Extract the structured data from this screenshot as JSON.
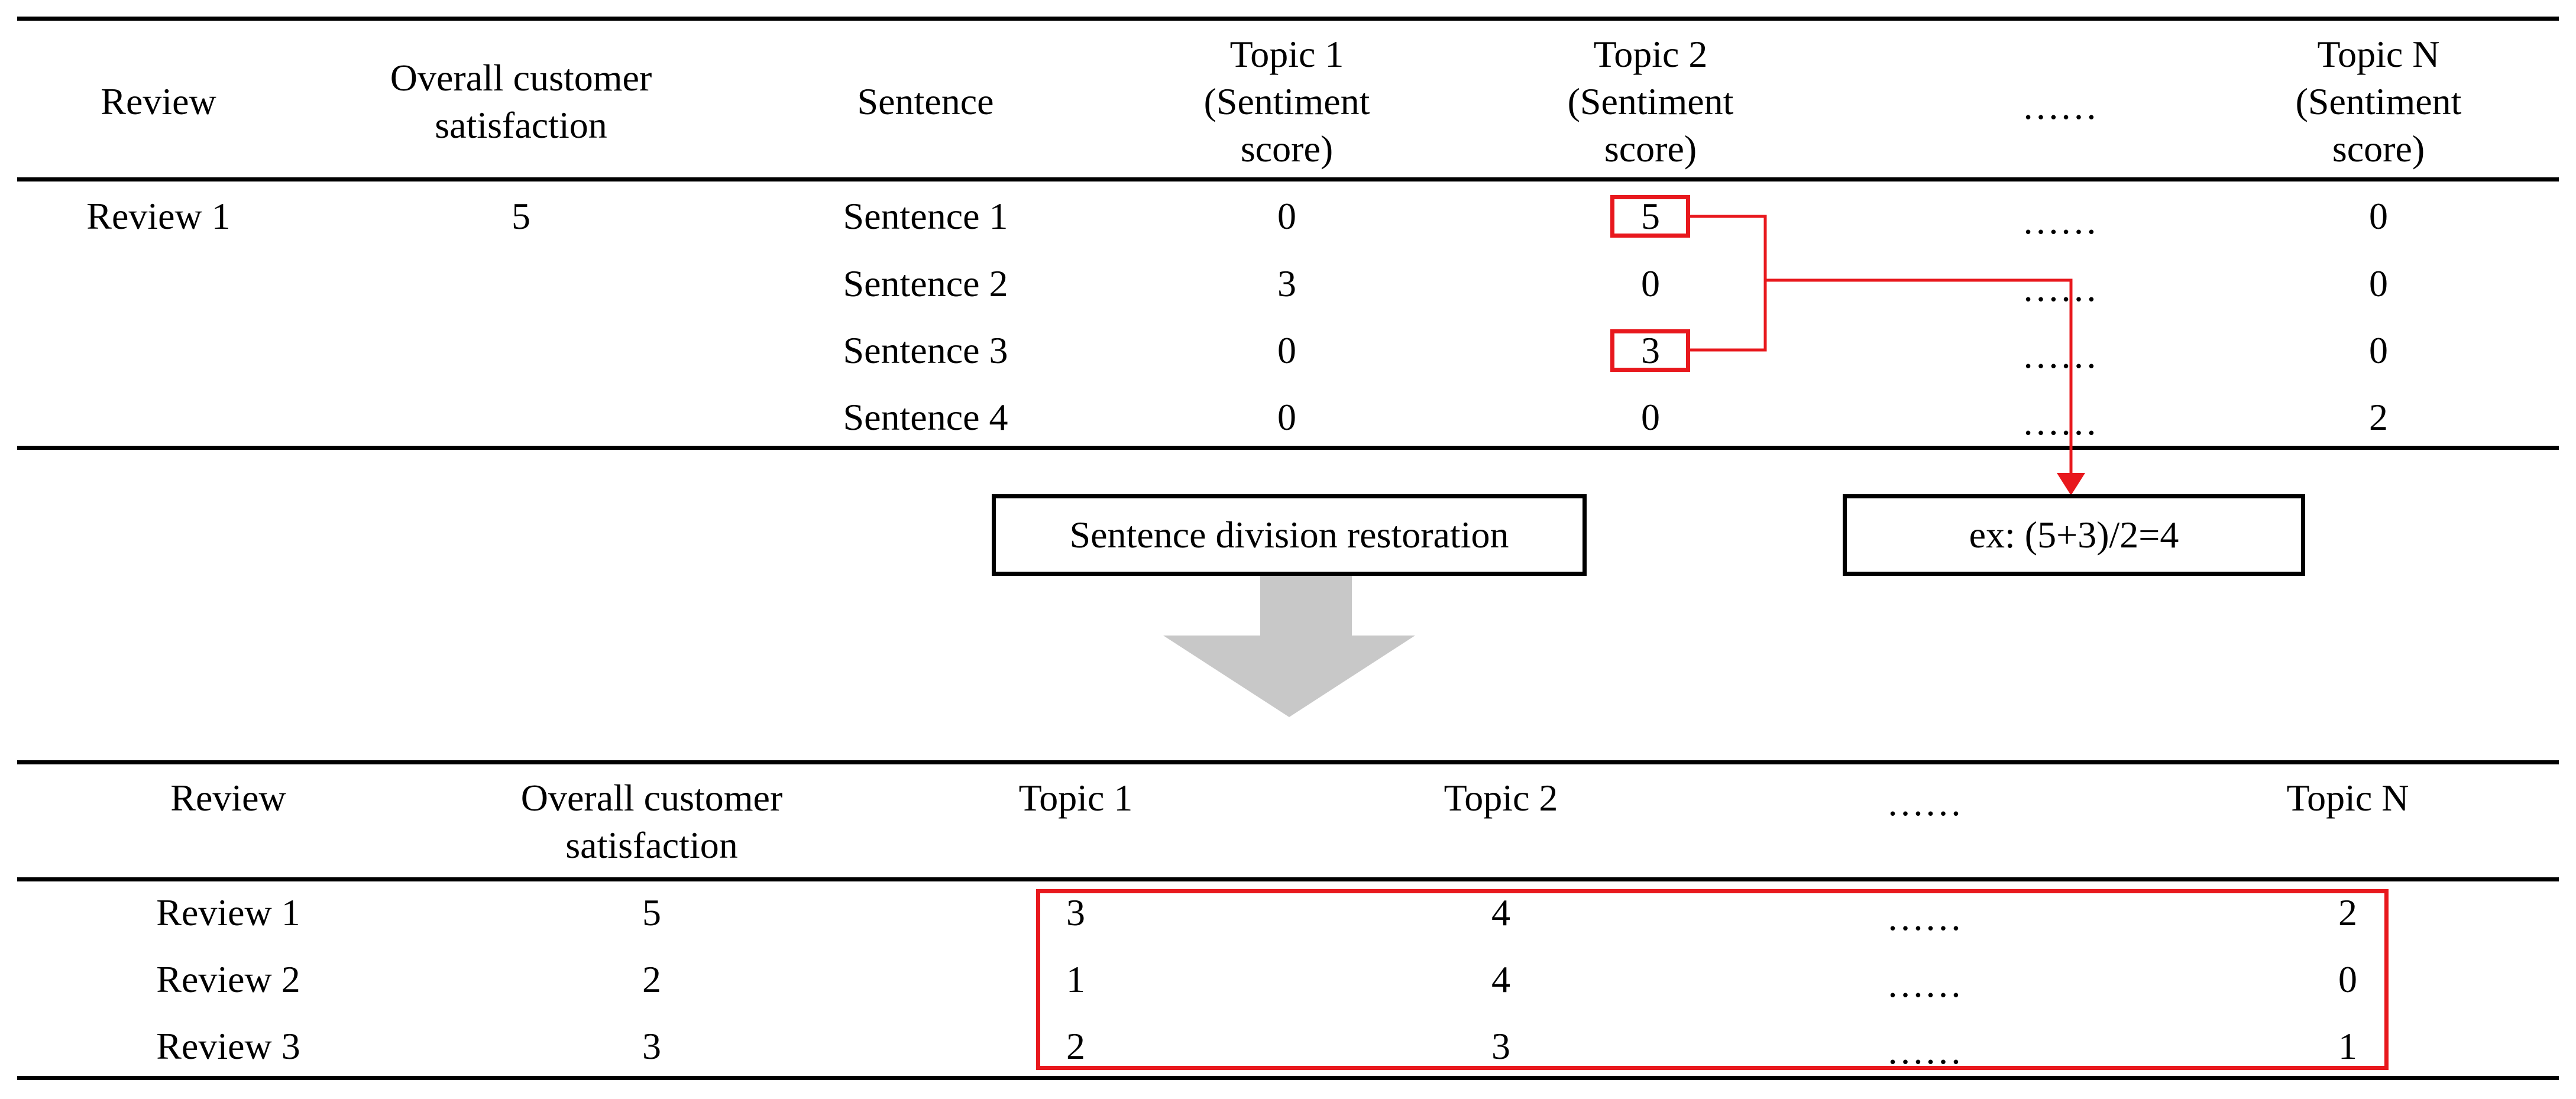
{
  "top_table": {
    "headers": {
      "review": "Review",
      "satisfaction": [
        "Overall customer",
        "satisfaction"
      ],
      "sentence": "Sentence",
      "topic1": [
        "Topic 1",
        "(Sentiment",
        "score)"
      ],
      "topic2": [
        "Topic 2",
        "(Sentiment",
        "score)"
      ],
      "ellipsis": "……",
      "topicN": [
        "Topic N",
        "(Sentiment",
        "score)"
      ]
    },
    "review": "Review 1",
    "satisfaction": "5",
    "rows": [
      {
        "sentence": "Sentence 1",
        "topic1": "0",
        "topic2": "5",
        "ellipsis": "……",
        "topicN": "0"
      },
      {
        "sentence": "Sentence 2",
        "topic1": "3",
        "topic2": "0",
        "ellipsis": "……",
        "topicN": "0"
      },
      {
        "sentence": "Sentence 3",
        "topic1": "0",
        "topic2": "3",
        "ellipsis": "……",
        "topicN": "0"
      },
      {
        "sentence": "Sentence 4",
        "topic1": "0",
        "topic2": "0",
        "ellipsis": "……",
        "topicN": "2"
      }
    ]
  },
  "process_label": "Sentence division restoration",
  "example_label": "ex: (5+3)/2=4",
  "bottom_table": {
    "headers": {
      "review": "Review",
      "satisfaction": [
        "Overall customer",
        "satisfaction"
      ],
      "topic1": "Topic 1",
      "topic2": "Topic 2",
      "ellipsis": "……",
      "topicN": "Topic N"
    },
    "rows": [
      {
        "review": "Review 1",
        "satisfaction": "5",
        "topic1": "3",
        "topic2": "4",
        "ellipsis": "……",
        "topicN": "2"
      },
      {
        "review": "Review 2",
        "satisfaction": "2",
        "topic1": "1",
        "topic2": "4",
        "ellipsis": "……",
        "topicN": "0"
      },
      {
        "review": "Review 3",
        "satisfaction": "3",
        "topic1": "2",
        "topic2": "3",
        "ellipsis": "……",
        "topicN": "1"
      }
    ]
  },
  "colors": {
    "highlight": "#e8181d",
    "arrow": "#c8c8c8",
    "rule": "#000000"
  }
}
